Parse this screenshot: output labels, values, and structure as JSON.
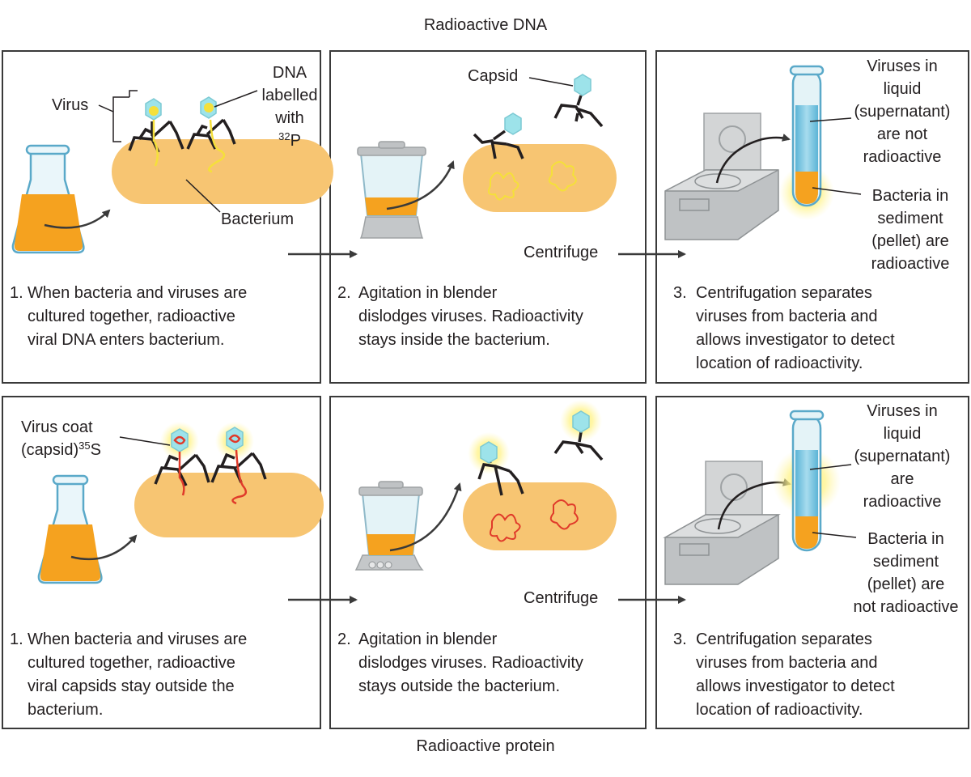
{
  "headings": {
    "top": "Radioactive DNA",
    "bottom": "Radioactive protein"
  },
  "row1": {
    "panel1": {
      "virus_label": "Virus",
      "dna_label_line1": "DNA",
      "dna_label_line2": "labelled",
      "dna_label_line3": "with",
      "isotope_mass": "32",
      "isotope_symbol": "P",
      "bacterium_label": "Bacterium",
      "step_number": "1.",
      "step_text": "When bacteria and viruses are\ncultured together, radioactive\nviral DNA enters bacterium."
    },
    "panel2": {
      "capsid_label": "Capsid",
      "centrifuge_label": "Centrifuge",
      "step_number": "2.",
      "step_text": "Agitation in blender\ndislodges viruses. Radioactivity\nstays inside the bacterium."
    },
    "panel3": {
      "supernatant_label": "Viruses in\nliquid\n(supernatant)\nare not\nradioactive",
      "pellet_label": "Bacteria in\nsediment\n(pellet) are\nradioactive",
      "step_number": "3.",
      "step_text": "Centrifugation separates\nviruses from bacteria and\nallows investigator to detect\nlocation of radioactivity."
    }
  },
  "row2": {
    "panel1": {
      "coat_label_line1": "Virus coat",
      "coat_label_line2": "(capsid)",
      "isotope_mass": "35",
      "isotope_symbol": "S",
      "step_number": "1.",
      "step_text": "When bacteria and viruses are\ncultured together, radioactive\nviral capsids stay outside the\nbacterium."
    },
    "panel2": {
      "centrifuge_label": "Centrifuge",
      "step_number": "2.",
      "step_text": "Agitation in blender\ndislodges viruses. Radioactivity\nstays outside the bacterium."
    },
    "panel3": {
      "supernatant_label": "Viruses in\nliquid\n(supernatant)\nare\nradioactive",
      "pellet_label": "Bacteria in\nsediment\n(pellet) are\nnot radioactive",
      "step_number": "3.",
      "step_text": "Centrifugation separates\nviruses from bacteria and\nallows investigator to detect\nlocation of radioactivity."
    }
  },
  "colors": {
    "culture": "#f5a21f",
    "bacterium": "#f7c572",
    "capsid": "#9de3ea",
    "dna_label": "#f5e03a",
    "protein_label": "#e03a2a",
    "glow": "#fff17a",
    "device": "#bfc2c4"
  }
}
